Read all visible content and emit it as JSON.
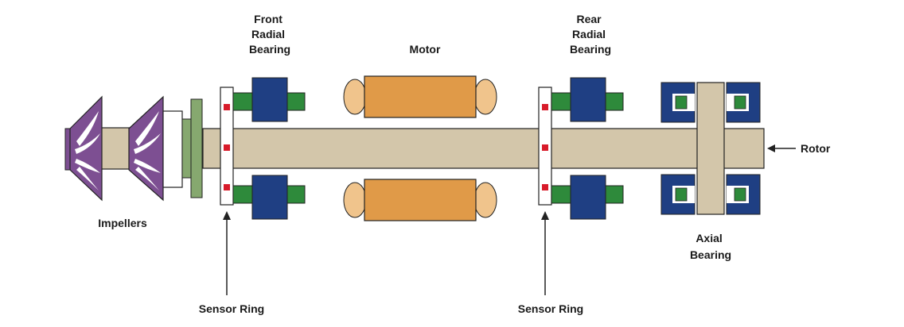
{
  "labels": {
    "front_radial_bearing": [
      "Front",
      "Radial",
      "Bearing"
    ],
    "motor": "Motor",
    "rear_radial_bearing": [
      "Rear",
      "Radial",
      "Bearing"
    ],
    "rotor": "Rotor",
    "impellers": "Impellers",
    "axial_bearing": [
      "Axial",
      "Bearing"
    ],
    "sensor_ring_front": "Sensor Ring",
    "sensor_ring_rear": "Sensor Ring"
  },
  "colors": {
    "shaft": "#d3c6aa",
    "impeller": "#7d4f92",
    "impeller_blade": "#ffffff",
    "seal": "#86a86f",
    "bearing_stator": "#1f3f83",
    "bearing_rotor": "#2e8a3b",
    "motor_winding": "#e09a48",
    "motor_endcap": "#f0c48c",
    "sensor_dot": "#d81b2a",
    "outline": "#222222"
  },
  "icons": {
    "rotor_pointer": "arrow-left-icon",
    "sensor_pointer": "arrow-up-icon"
  }
}
